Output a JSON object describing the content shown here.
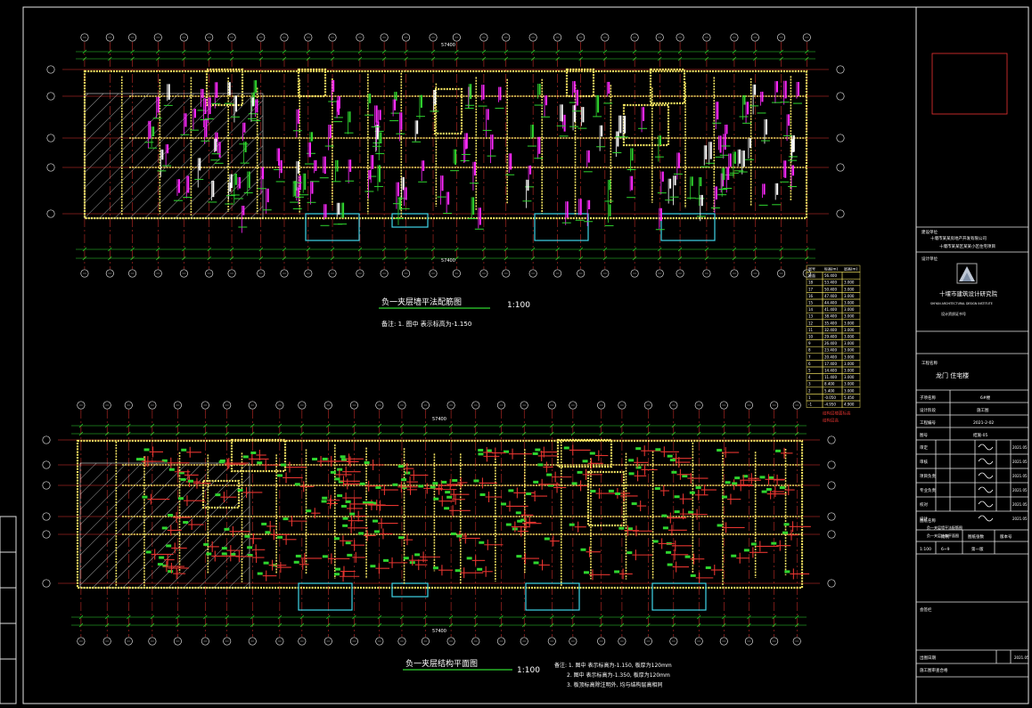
{
  "top_plan": {
    "title": "负一夹层墙平法配筋图",
    "scale": "1:100",
    "note": "备注: 1. 图中   表示标高为-1.150",
    "total_dim_top": "57400",
    "total_dim_bottom": "57400"
  },
  "bottom_plan": {
    "title": "负一夹层结构平面图",
    "scale": "1:100",
    "total_dim_top": "57400",
    "total_dim_bottom": "57400",
    "notes": [
      "备注: 1. 图中   表示标高为-1.150, 板厚为120mm",
      "2. 图中   表示标高为-1.350, 板厚为120mm",
      "3. 板顶标高除注明外, 均与结构层高相同"
    ]
  },
  "title_block": {
    "project_label": "建设单位",
    "project_name_line1": "十堰市某某房地产开发有限公司",
    "project_name_line2": "十堰市某某区某某小区住宅项目",
    "design_unit_label": "设计单位",
    "design_unit": "十堰市建筑设计研究院",
    "design_unit_en": "SHIYAN ARCHITECTURAL DESIGN INSTITUTE",
    "cert_line": "设计资质证书号",
    "project_title_label": "工程名称",
    "project_title": "龙门  住宅楼",
    "sub_item_label": "子项名称",
    "sub_item": "6#楼",
    "stage_label": "设计阶段",
    "stage": "施工图",
    "project_no_label": "工程编号",
    "project_no": "2021-2-02",
    "drawing_no_label": "图号",
    "drawing_no": "结施-05",
    "roles": [
      {
        "role": "审定",
        "date": "2021.05"
      },
      {
        "role": "审核",
        "date": "2021.05"
      },
      {
        "role": "项目负责",
        "date": "2021.05"
      },
      {
        "role": "专业负责",
        "date": "2021.05"
      },
      {
        "role": "校对",
        "date": "2021.05"
      },
      {
        "role": "设计",
        "date": "2021.05"
      }
    ],
    "drawing_title_label": "图纸名称",
    "drawing_title_1": "负一夹层墙平法配筋图",
    "drawing_title_2": "负一夹层结构平面图",
    "scale_header": [
      "比例",
      "图纸张数",
      "版本号"
    ],
    "scale_row": [
      "1:100",
      "6~9",
      "第一版"
    ],
    "stamp_label": "会签栏",
    "footer_label": "出图日期",
    "footer_date": "2021.05",
    "footer_note": "施工图审查合格"
  },
  "level_table": {
    "header": [
      "层号",
      "标高(m)",
      "层高(m)"
    ],
    "rows": [
      [
        "屋面",
        "56.400",
        ""
      ],
      [
        "18",
        "53.400",
        "3.000"
      ],
      [
        "17",
        "50.400",
        "3.000"
      ],
      [
        "16",
        "47.400",
        "3.000"
      ],
      [
        "15",
        "44.400",
        "3.000"
      ],
      [
        "14",
        "41.400",
        "3.000"
      ],
      [
        "13",
        "38.400",
        "3.000"
      ],
      [
        "12",
        "35.400",
        "3.000"
      ],
      [
        "11",
        "32.400",
        "3.000"
      ],
      [
        "10",
        "29.400",
        "3.000"
      ],
      [
        "9",
        "26.400",
        "3.000"
      ],
      [
        "8",
        "23.400",
        "3.000"
      ],
      [
        "7",
        "20.400",
        "3.000"
      ],
      [
        "6",
        "17.400",
        "3.000"
      ],
      [
        "5",
        "14.400",
        "3.000"
      ],
      [
        "4",
        "11.400",
        "3.000"
      ],
      [
        "3",
        "8.400",
        "3.000"
      ],
      [
        "2",
        "5.400",
        "3.000"
      ],
      [
        "1",
        "-0.050",
        "5.450"
      ],
      [
        "-1",
        "-4.950",
        "4.900"
      ]
    ],
    "legend": "结构层楼面标高",
    "legend2": "结构层高"
  }
}
